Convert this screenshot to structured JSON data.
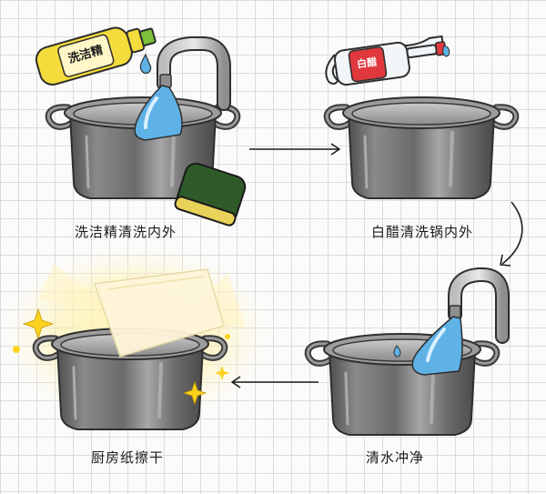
{
  "steps": [
    {
      "caption": "洗洁精清洗内外",
      "bottle_label": "洗洁精"
    },
    {
      "caption": "白醋清洗锅内外",
      "bottle_label": "白醋"
    },
    {
      "caption": "清水冲净"
    },
    {
      "caption": "厨房纸擦干"
    }
  ],
  "colors": {
    "pot": "#7a7a7a",
    "water": "#5fb2e6",
    "detergent_bottle": "#f4dc3c",
    "vinegar_label": "#e0383c",
    "sponge": "#2f5a2a",
    "sparkle": "#ffd21f"
  }
}
